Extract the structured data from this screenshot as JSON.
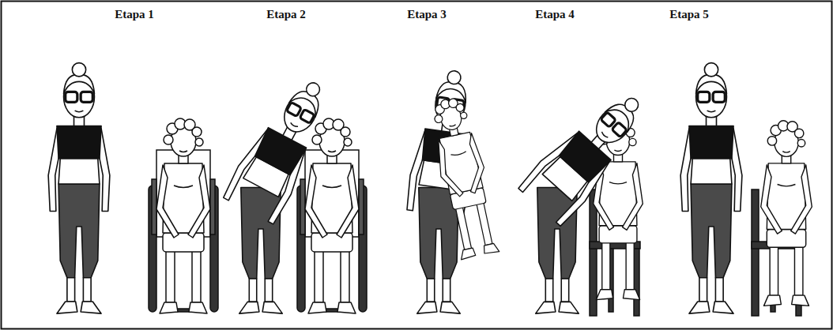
{
  "diagram": {
    "labels": [
      "Etapa 1",
      "Etapa 2",
      "Etapa 3",
      "Etapa 4",
      "Etapa 5"
    ]
  }
}
